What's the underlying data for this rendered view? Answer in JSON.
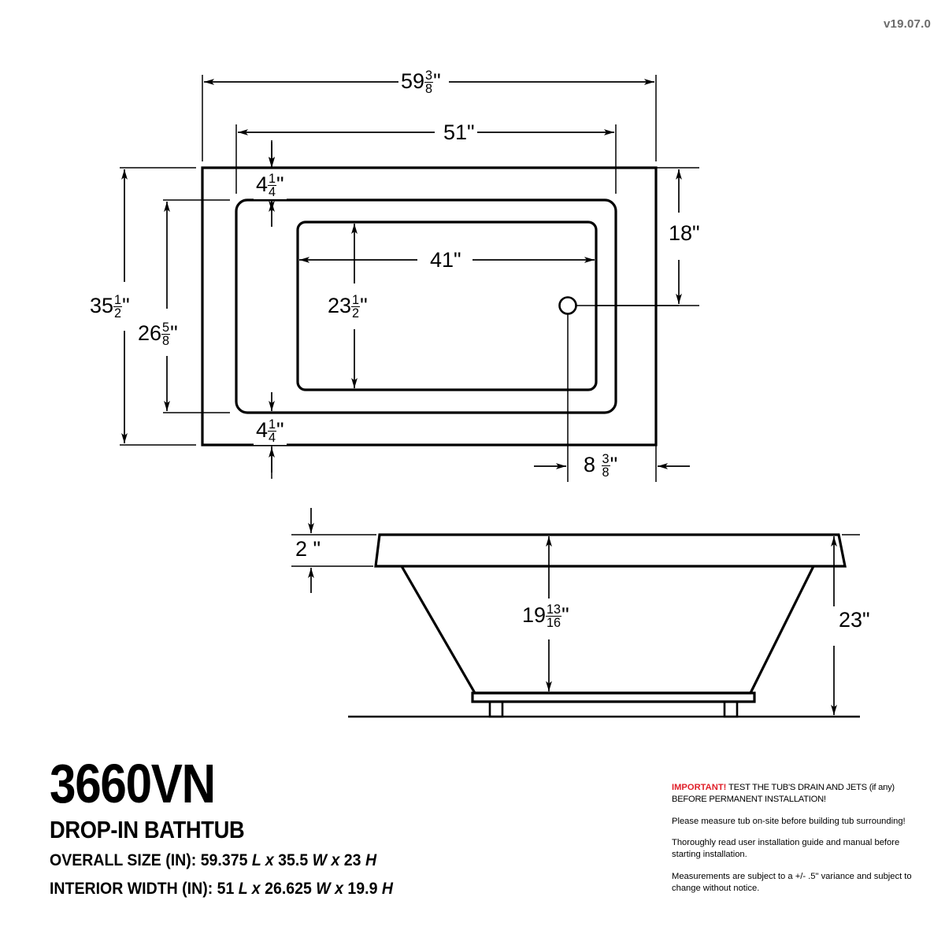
{
  "version_label": "v19.07.0",
  "colors": {
    "line": "#000000",
    "important_red": "#e0202a",
    "version_gray": "#6b6b6b"
  },
  "plan_view": {
    "name": "top-plan-view",
    "dimensions": {
      "overall_length": {
        "whole": "59",
        "num": "3",
        "den": "8",
        "unit": "\""
      },
      "flange_length": {
        "whole": "51",
        "num": "",
        "den": "",
        "unit": "\""
      },
      "rim_top": {
        "whole": "4",
        "num": "1",
        "den": "4",
        "unit": "\""
      },
      "rim_bottom": {
        "whole": "4",
        "num": "1",
        "den": "4",
        "unit": "\""
      },
      "overall_width": {
        "whole": "35",
        "num": "1",
        "den": "2",
        "unit": "\""
      },
      "flange_width": {
        "whole": "26",
        "num": "5",
        "den": "8",
        "unit": "\""
      },
      "interior_length": {
        "whole": "41",
        "num": "",
        "den": "",
        "unit": "\""
      },
      "interior_width": {
        "whole": "23",
        "num": "1",
        "den": "2",
        "unit": "\""
      },
      "drain_offset_side": {
        "whole": "18",
        "num": "",
        "den": "",
        "unit": "\""
      },
      "drain_offset_end": {
        "whole": "8",
        "num": "3",
        "den": "8",
        "unit": "\""
      }
    }
  },
  "elevation_view": {
    "name": "side-elevation-view",
    "dimensions": {
      "rim_thickness": {
        "whole": "2",
        "num": "",
        "den": "",
        "unit": "\""
      },
      "interior_depth": {
        "whole": "19",
        "num": "13",
        "den": "16",
        "unit": "\""
      },
      "overall_height": {
        "whole": "23",
        "num": "",
        "den": "",
        "unit": "\""
      }
    }
  },
  "title_block": {
    "model": "3660VN",
    "type": "DROP-IN BATHTUB",
    "overall_size_label": "OVERALL SIZE (IN): ",
    "overall_size_value_l": "59.375 ",
    "overall_size_l_sym": "L",
    "overall_size_x1": " x ",
    "overall_size_value_w": "35.5 ",
    "overall_size_w_sym": "W",
    "overall_size_x2": " x ",
    "overall_size_value_h": "23 ",
    "overall_size_h_sym": "H",
    "interior_width_label": "INTERIOR WIDTH (IN): ",
    "interior_value_l": "51 ",
    "interior_l_sym": "L",
    "interior_x1": " x ",
    "interior_value_w": "26.625 ",
    "interior_w_sym": "W",
    "interior_x2": " x ",
    "interior_value_h": "19.9 ",
    "interior_h_sym": "H"
  },
  "notes": {
    "important_word": "IMPORTANT!",
    "important_rest": " TEST THE TUB'S DRAIN AND JETS (if any) BEFORE PERMANENT INSTALLATION!",
    "note_2": "Please measure tub on-site before building tub surrounding!",
    "note_3": "Thoroughly read user installation guide and manual before starting installation.",
    "note_4": "Measurements are subject to a +/- .5\" variance and subject to change without notice."
  }
}
